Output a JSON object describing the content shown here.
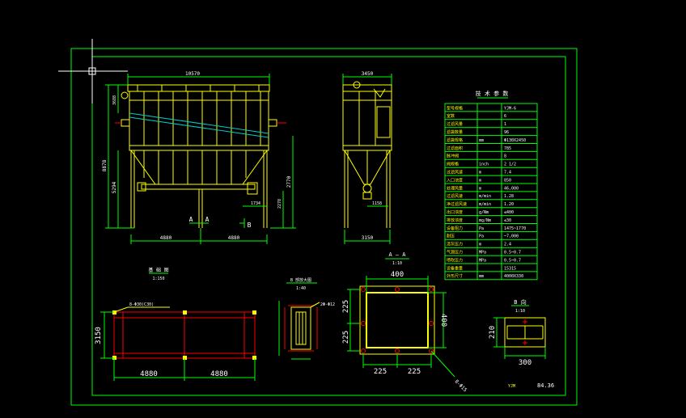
{
  "drawing": {
    "front_view": {
      "top_dim": "10570",
      "left_small": "3688",
      "left_height": "8878",
      "left_mid": "5294",
      "right_height": "2770",
      "right_small": "2278",
      "bottom_left": "4880",
      "bottom_right": "4880",
      "inlet_dim": "1734",
      "section_mark": "A",
      "b_mark": "B"
    },
    "side_view": {
      "top_dim": "3450",
      "inner_dim": "1158",
      "bottom_dim": "3150"
    },
    "base_plan": {
      "title": "基 础 图",
      "scale": "1:150",
      "note": "8-Φ30(C30)",
      "height": "3150",
      "left_w": "4880",
      "right_w": "4880"
    },
    "detail": {
      "title": "B 部放大图",
      "scale": "1:40",
      "note": "2Φ-Φ12"
    },
    "section_aa": {
      "title": "A — A",
      "scale": "1:10",
      "top": "400",
      "right": "400",
      "left1": "225",
      "left2": "225",
      "bottom1": "225",
      "bottom2": "225",
      "anchor": "8-Φ15"
    },
    "section_b": {
      "title": "B 向",
      "scale": "1:10",
      "height": "210",
      "width": "300"
    },
    "table": {
      "title": "技 术 参 数",
      "rows": [
        [
          "型号规格",
          "",
          "YJM-6"
        ],
        [
          "室数",
          "",
          "6"
        ],
        [
          "过滤风量",
          "",
          "1"
        ],
        [
          "滤袋数量",
          "",
          "96"
        ],
        [
          "滤袋规格",
          "mm",
          "Φ130X2450"
        ],
        [
          "过滤面积",
          "",
          "785"
        ],
        [
          "脉冲阀",
          "",
          "8"
        ],
        [
          "阀规格",
          "inch",
          "2 1/2"
        ],
        [
          "过滤风速",
          "m",
          "7.4"
        ],
        [
          "入口浓度",
          "m",
          "850"
        ],
        [
          "处理风量",
          "m",
          "46,000"
        ],
        [
          "过滤风速",
          "m/min",
          "1.28"
        ],
        [
          "净过滤风速",
          "m/min",
          "1.20"
        ],
        [
          "出口浓度",
          "g/Nm",
          "≤400"
        ],
        [
          "排放浓度",
          "mg/Nm",
          "≤30"
        ],
        [
          "设备阻力",
          "Pa",
          "1475~1770"
        ],
        [
          "耐压",
          "Pa",
          "~7,000"
        ],
        [
          "清灰压力",
          "m",
          "2.4"
        ],
        [
          "气源压力",
          "MPa",
          "0.5~0.7"
        ],
        [
          "喷吹压力",
          "MPa",
          "0.5~0.7"
        ],
        [
          "设备重量",
          "",
          "15315"
        ],
        [
          "外形尺寸",
          "mm",
          "4000X330"
        ]
      ]
    },
    "title_block": {
      "label": "YJM",
      "weight": "84.36"
    }
  }
}
